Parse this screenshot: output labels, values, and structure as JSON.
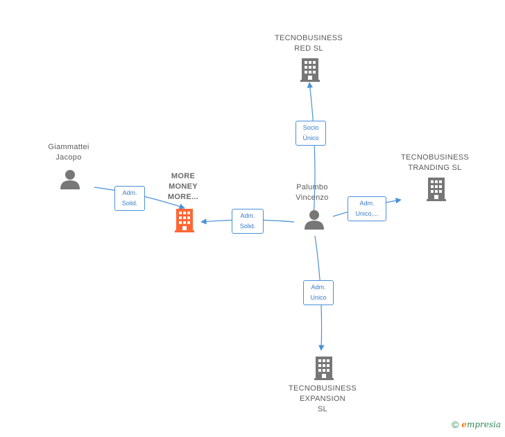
{
  "colors": {
    "edge": "#4a90d9",
    "node_default": "#777777",
    "node_main": "#ff6633"
  },
  "nodes": {
    "tecnobusiness_red": {
      "label": "TECNOBUSINESS\nRED  SL",
      "type": "company",
      "icon": "building-icon"
    },
    "giammattei": {
      "label": "Giammattei\nJacopo",
      "type": "person",
      "icon": "person-icon"
    },
    "more_money": {
      "label": "MORE\nMONEY\nMORE...",
      "type": "company",
      "icon": "building-icon",
      "highlighted": true
    },
    "palumbo": {
      "label": "Palumbo\nVincenzo",
      "type": "person",
      "icon": "person-icon"
    },
    "tecnobusiness_tranding": {
      "label": "TECNOBUSINESS\nTRANDING  SL",
      "type": "company",
      "icon": "building-icon"
    },
    "tecnobusiness_expansion": {
      "label": "TECNOBUSINESS\nEXPANSION\nSL",
      "type": "company",
      "icon": "building-icon"
    }
  },
  "edges": {
    "palumbo_red": {
      "label": "Socio\nÚnico"
    },
    "giammattei_more": {
      "label": "Adm.\nSolid."
    },
    "palumbo_more": {
      "label": "Adm.\nSolid."
    },
    "palumbo_tranding": {
      "label": "Adm.\nUnico,..."
    },
    "palumbo_expansion": {
      "label": "Adm.\nUnico"
    }
  },
  "footer": {
    "copyright": "©",
    "brand_initial": "e",
    "brand_rest": "mpresia"
  }
}
